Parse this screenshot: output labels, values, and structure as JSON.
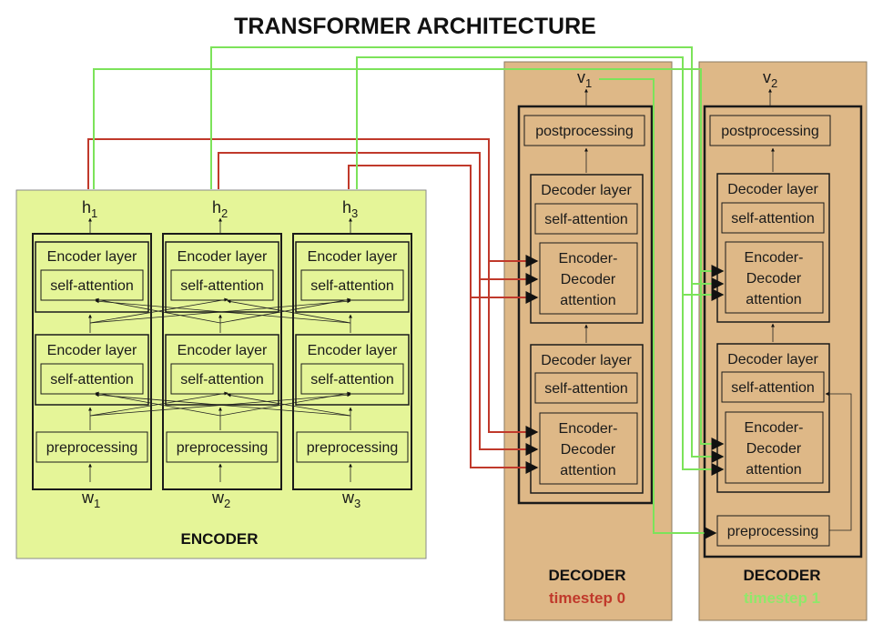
{
  "title": "TRANSFORMER ARCHITECTURE",
  "colors": {
    "encoder_bg": "#e5f598",
    "decoder_bg": "#deb887",
    "timestep0": "#c0392b",
    "timestep1": "#8fe86a",
    "red_line": "#c0392b",
    "green_line": "#7ce35a"
  },
  "encoder": {
    "label": "ENCODER",
    "layer_label": "Encoder layer",
    "attention_label": "self-attention",
    "preprocessing_label": "preprocessing",
    "outputs": [
      {
        "base": "h",
        "sub": "1"
      },
      {
        "base": "h",
        "sub": "2"
      },
      {
        "base": "h",
        "sub": "3"
      }
    ],
    "inputs": [
      {
        "base": "w",
        "sub": "1"
      },
      {
        "base": "w",
        "sub": "2"
      },
      {
        "base": "w",
        "sub": "3"
      }
    ]
  },
  "decoders": [
    {
      "label": "DECODER",
      "timestep": "timestep 0",
      "output": {
        "base": "v",
        "sub": "1"
      },
      "postprocessing_label": "postprocessing",
      "layer_label": "Decoder layer",
      "self_attention_label": "self-attention",
      "encdec_line1": "Encoder-",
      "encdec_line2": "Decoder",
      "encdec_line3": "attention"
    },
    {
      "label": "DECODER",
      "timestep": "timestep 1",
      "output": {
        "base": "v",
        "sub": "2"
      },
      "postprocessing_label": "postprocessing",
      "layer_label": "Decoder layer",
      "self_attention_label": "self-attention",
      "encdec_line1": "Encoder-",
      "encdec_line2": "Decoder",
      "encdec_line3": "attention",
      "preprocessing_label": "preprocessing"
    }
  ]
}
